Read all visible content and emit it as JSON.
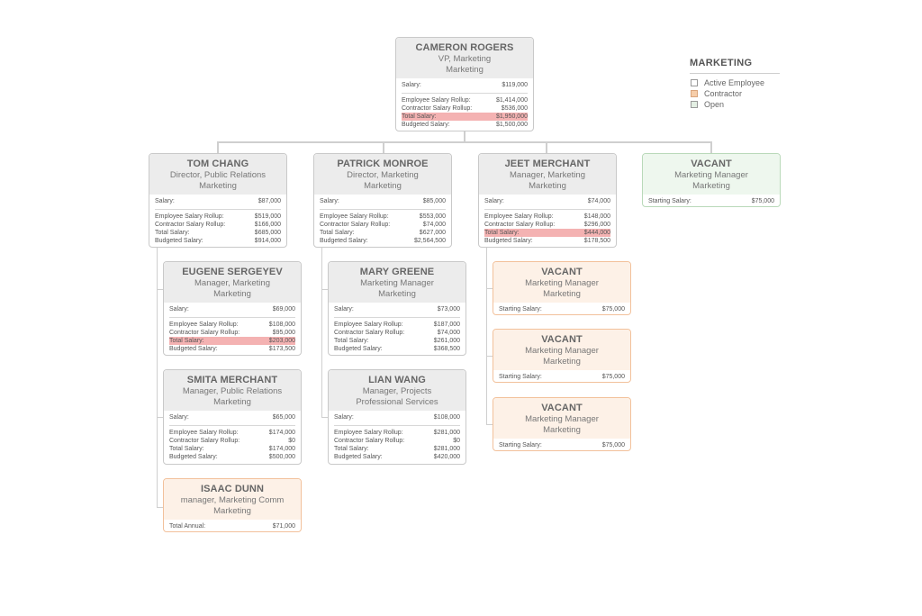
{
  "legend": {
    "title": "MARKETING",
    "items": [
      {
        "label": "Active Employee",
        "color": "#ffffff"
      },
      {
        "label": "Contractor",
        "color": "#f6cda9"
      },
      {
        "label": "Open",
        "color": "#e3efe3"
      }
    ]
  },
  "cards": {
    "cameron": {
      "name": "CAMERON ROGERS",
      "title": "VP, Marketing",
      "dept": "Marketing",
      "top": [
        [
          "Salary:",
          "$119,000"
        ]
      ],
      "rows": [
        [
          "Employee Salary Rollup:",
          "$1,414,000"
        ],
        [
          "Contractor Salary Rollup:",
          "$536,000"
        ],
        [
          "Total Salary:",
          "$1,950,000"
        ],
        [
          "Budgeted Salary:",
          "$1,500,000"
        ]
      ]
    },
    "tom": {
      "name": "TOM CHANG",
      "title": "Director, Public Relations",
      "dept": "Marketing",
      "top": [
        [
          "Salary:",
          "$87,000"
        ]
      ],
      "rows": [
        [
          "Employee Salary Rollup:",
          "$519,000"
        ],
        [
          "Contractor Salary Rollup:",
          "$166,000"
        ],
        [
          "Total Salary:",
          "$685,000"
        ],
        [
          "Budgeted Salary:",
          "$914,000"
        ]
      ]
    },
    "patrick": {
      "name": "PATRICK MONROE",
      "title": "Director, Marketing",
      "dept": "Marketing",
      "top": [
        [
          "Salary:",
          "$85,000"
        ]
      ],
      "rows": [
        [
          "Employee Salary Rollup:",
          "$553,000"
        ],
        [
          "Contractor Salary Rollup:",
          "$74,000"
        ],
        [
          "Total Salary:",
          "$627,000"
        ],
        [
          "Budgeted Salary:",
          "$2,564,500"
        ]
      ]
    },
    "jeet": {
      "name": "JEET MERCHANT",
      "title": "Manager, Marketing",
      "dept": "Marketing",
      "top": [
        [
          "Salary:",
          "$74,000"
        ]
      ],
      "rows": [
        [
          "Employee Salary Rollup:",
          "$148,000"
        ],
        [
          "Contractor Salary Rollup:",
          "$296,000"
        ],
        [
          "Total Salary:",
          "$444,000"
        ],
        [
          "Budgeted Salary:",
          "$178,500"
        ]
      ]
    },
    "vacant1": {
      "name": "VACANT",
      "title": "Marketing Manager",
      "dept": "Marketing",
      "top": [
        [
          "Starting Salary:",
          "$75,000"
        ]
      ],
      "rows": []
    },
    "eugene": {
      "name": "EUGENE SERGEYEV",
      "title": "Manager, Marketing",
      "dept": "Marketing",
      "top": [
        [
          "Salary:",
          "$69,000"
        ]
      ],
      "rows": [
        [
          "Employee Salary Rollup:",
          "$108,000"
        ],
        [
          "Contractor Salary Rollup:",
          "$95,000"
        ],
        [
          "Total Salary:",
          "$203,000"
        ],
        [
          "Budgeted Salary:",
          "$173,500"
        ]
      ]
    },
    "smita": {
      "name": "SMITA MERCHANT",
      "title": "Manager, Public Relations",
      "dept": "Marketing",
      "top": [
        [
          "Salary:",
          "$65,000"
        ]
      ],
      "rows": [
        [
          "Employee Salary Rollup:",
          "$174,000"
        ],
        [
          "Contractor Salary Rollup:",
          "$0"
        ],
        [
          "Total Salary:",
          "$174,000"
        ],
        [
          "Budgeted Salary:",
          "$500,000"
        ]
      ]
    },
    "isaac": {
      "name": "ISAAC DUNN",
      "title": "manager, Marketing Comm",
      "dept": "Marketing",
      "top": [
        [
          "Total Annual:",
          "$71,000"
        ]
      ],
      "rows": []
    },
    "mary": {
      "name": "MARY GREENE",
      "title": "Marketing Manager",
      "dept": "Marketing",
      "top": [
        [
          "Salary:",
          "$73,000"
        ]
      ],
      "rows": [
        [
          "Employee Salary Rollup:",
          "$187,000"
        ],
        [
          "Contractor Salary Rollup:",
          "$74,000"
        ],
        [
          "Total Salary:",
          "$261,000"
        ],
        [
          "Budgeted Salary:",
          "$368,500"
        ]
      ]
    },
    "lian": {
      "name": "LIAN WANG",
      "title": "Manager, Projects",
      "dept": "Professional Services",
      "top": [
        [
          "Salary:",
          "$108,000"
        ]
      ],
      "rows": [
        [
          "Employee Salary Rollup:",
          "$281,000"
        ],
        [
          "Contractor Salary Rollup:",
          "$0"
        ],
        [
          "Total Salary:",
          "$281,000"
        ],
        [
          "Budgeted Salary:",
          "$420,000"
        ]
      ]
    },
    "vacant2": {
      "name": "VACANT",
      "title": "Marketing Manager",
      "dept": "Marketing",
      "top": [
        [
          "Starting Salary:",
          "$75,000"
        ]
      ],
      "rows": []
    },
    "vacant3": {
      "name": "VACANT",
      "title": "Marketing Manager",
      "dept": "Marketing",
      "top": [
        [
          "Starting Salary:",
          "$75,000"
        ]
      ],
      "rows": []
    },
    "vacant4": {
      "name": "VACANT",
      "title": "Marketing Manager",
      "dept": "Marketing",
      "top": [
        [
          "Starting Salary:",
          "$75,000"
        ]
      ],
      "rows": []
    }
  }
}
